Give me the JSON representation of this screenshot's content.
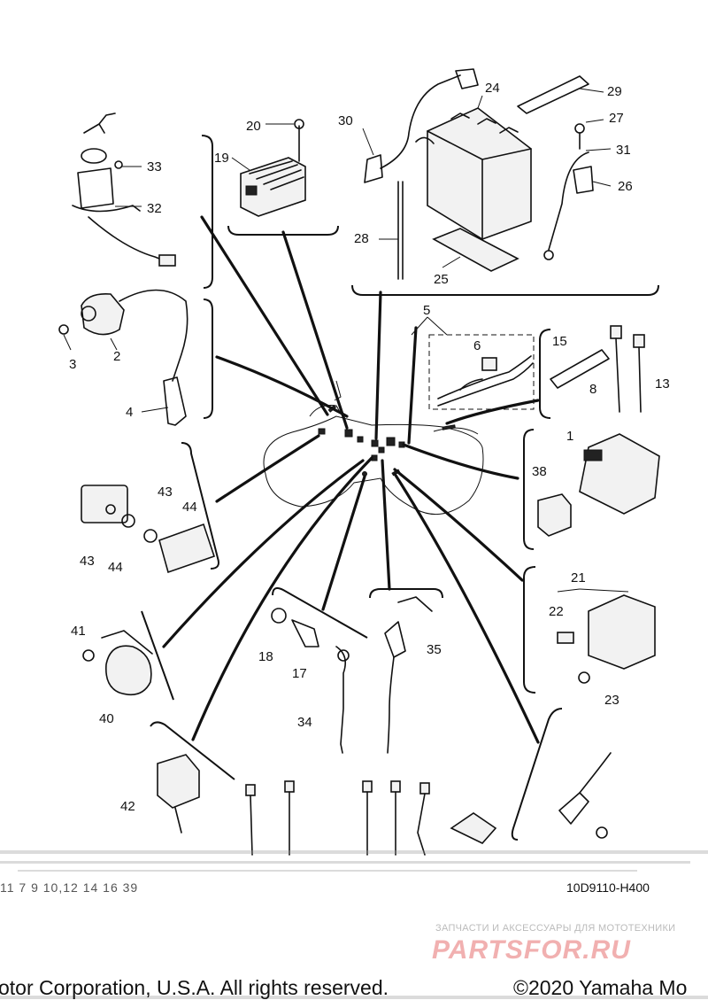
{
  "diagram": {
    "code": "10D9110-H400",
    "callouts": [
      "1",
      "2",
      "3",
      "4",
      "5",
      "6",
      "8",
      "13",
      "15",
      "17",
      "18",
      "19",
      "20",
      "21",
      "22",
      "23",
      "24",
      "25",
      "26",
      "27",
      "28",
      "29",
      "30",
      "31",
      "32",
      "33",
      "34",
      "35",
      "38",
      "40",
      "41",
      "42",
      "43",
      "44",
      "43",
      "44"
    ],
    "bottom_numbers": "11   7  9 10,12  14   16  39"
  },
  "watermark": {
    "subtitle": "ЗАПЧАСТИ И АКСЕССУАРЫ ДЛЯ МОТОТЕХНИКИ",
    "logo": "PARTSFOR.RU"
  },
  "footer": {
    "left": "otor Corporation, U.S.A. All rights reserved.",
    "right": "©2020 Yamaha Mo"
  }
}
